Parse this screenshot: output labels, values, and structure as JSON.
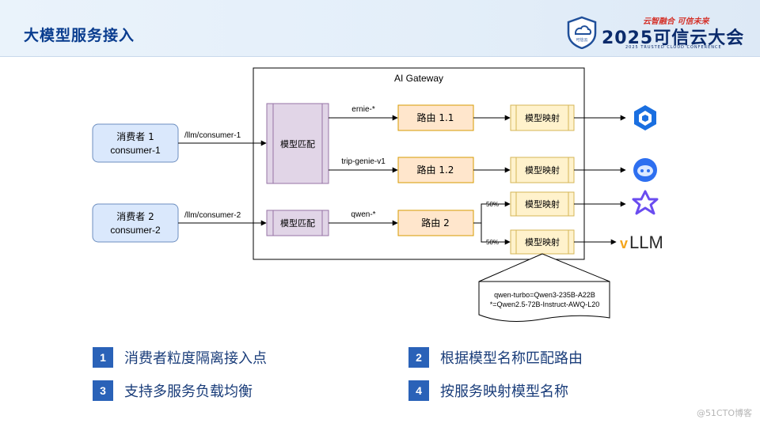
{
  "header": {
    "title": "大模型服务接入"
  },
  "conference": {
    "slogan": "云智融合 可信未来",
    "title": "2025可信云大会",
    "subtitle": "2025 TRUSTED CLOUD CONFERENCE",
    "badge_text": "可信云"
  },
  "diagram": {
    "gateway_label": "AI Gateway",
    "consumers": [
      {
        "line1": "消费者 1",
        "line2": "consumer-1",
        "path": "/llm/consumer-1"
      },
      {
        "line1": "消费者 2",
        "line2": "consumer-2",
        "path": "/llm/consumer-2"
      }
    ],
    "match_label": "模型匹配",
    "mapping_label": "模型映射",
    "routes": [
      {
        "match": "ernie-*",
        "label": "路由 1.1"
      },
      {
        "match": "trip-genie-v1",
        "label": "路由 1.2"
      },
      {
        "match": "qwen-*",
        "label": "路由 2"
      }
    ],
    "split": [
      "50%",
      "50%"
    ],
    "note_lines": [
      "qwen-turbo=Qwen3-235B-A22B",
      "*=Qwen2.5-72B-Instruct-AWQ-L20"
    ],
    "vllm_text": "LLM",
    "vllm_prefix": "v",
    "provider_icons": [
      "ernie-logo-icon",
      "bot-logo-icon",
      "star-logo-icon",
      "vllm-logo-icon"
    ]
  },
  "legend": [
    {
      "num": "1",
      "text": "消费者粒度隔离接入点"
    },
    {
      "num": "2",
      "text": "根据模型名称匹配路由"
    },
    {
      "num": "3",
      "text": "支持多服务负载均衡"
    },
    {
      "num": "4",
      "text": "按服务映射模型名称"
    }
  ],
  "watermark": "@51CTO博客",
  "colors": {
    "consumer_fill": "#dae8fc",
    "consumer_stroke": "#6c8ebf",
    "match_fill": "#e1d5e7",
    "match_stroke": "#9673a6",
    "route_fill": "#ffe6cc",
    "route_stroke": "#d79b00",
    "mapping_fill": "#fff2cc",
    "mapping_stroke": "#d6b656",
    "accent": "#2a62b8"
  }
}
